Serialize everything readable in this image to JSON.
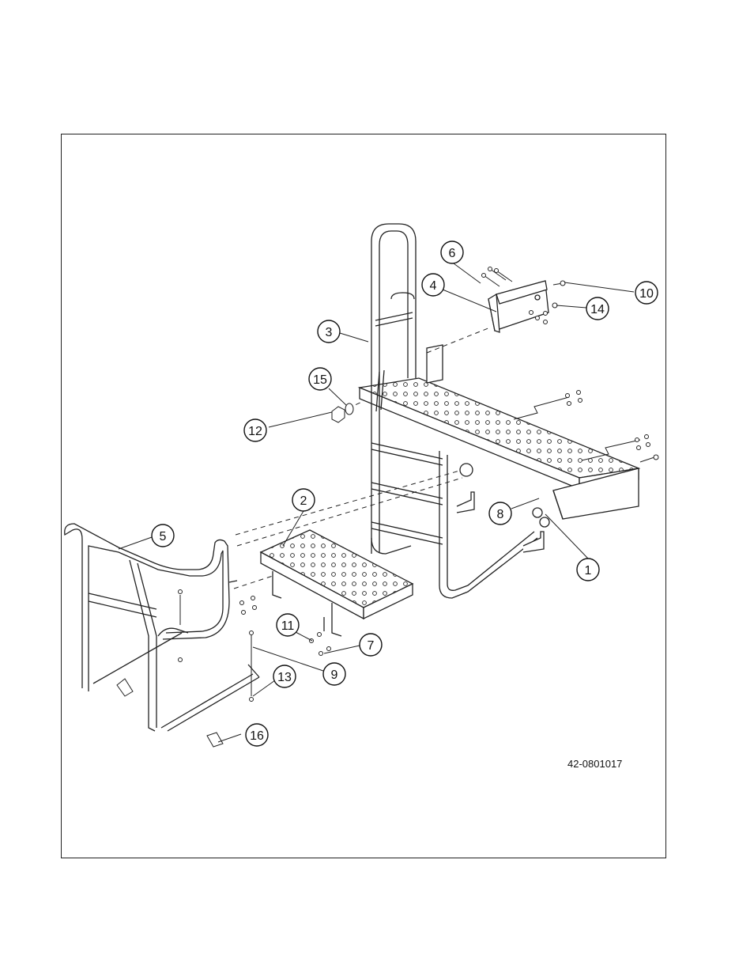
{
  "drawing_number": "42-0801017",
  "callouts": [
    {
      "id": "1",
      "label": "1"
    },
    {
      "id": "2",
      "label": "2"
    },
    {
      "id": "3",
      "label": "3"
    },
    {
      "id": "4",
      "label": "4"
    },
    {
      "id": "5",
      "label": "5"
    },
    {
      "id": "6",
      "label": "6"
    },
    {
      "id": "7",
      "label": "7"
    },
    {
      "id": "8",
      "label": "8"
    },
    {
      "id": "9",
      "label": "9"
    },
    {
      "id": "10",
      "label": "10"
    },
    {
      "id": "11",
      "label": "11"
    },
    {
      "id": "12",
      "label": "12"
    },
    {
      "id": "13",
      "label": "13"
    },
    {
      "id": "14",
      "label": "14"
    },
    {
      "id": "15",
      "label": "15"
    },
    {
      "id": "16",
      "label": "16"
    }
  ]
}
